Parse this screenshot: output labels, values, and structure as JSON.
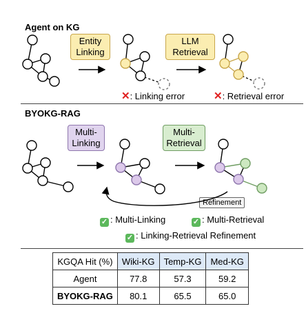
{
  "section_top": {
    "title": "Agent on KG",
    "step1_lines": [
      "Entity",
      "Linking"
    ],
    "step2_lines": [
      "LLM",
      "Retrieval"
    ],
    "error1": ": Linking error",
    "error2": ": Retrieval error"
  },
  "section_bottom": {
    "title": "BYOKG-RAG",
    "step1_lines": [
      "Multi-",
      "Linking"
    ],
    "step2_lines": [
      "Multi-",
      "Retrieval"
    ],
    "refinement": "Refinement",
    "check1": ": Multi-Linking",
    "check2": ": Multi-Retrieval",
    "check3": ": Linking-Retrieval Refinement"
  },
  "colors": {
    "yellow_node": "#fbedb1",
    "purple_node": "#dcc9ea",
    "green_node": "#cde8c1",
    "error_red": "#e02020",
    "check_green": "#5cb85c",
    "table_header": "#dde9f7"
  },
  "table": {
    "columns": [
      "KGQA Hit (%)",
      "Wiki-KG",
      "Temp-KG",
      "Med-KG"
    ],
    "rows": [
      {
        "name": "Agent",
        "values": [
          "77.8",
          "57.3",
          "59.2"
        ]
      },
      {
        "name": "BYOKG-RAG",
        "values": [
          "80.1",
          "65.5",
          "65.0"
        ]
      }
    ]
  }
}
